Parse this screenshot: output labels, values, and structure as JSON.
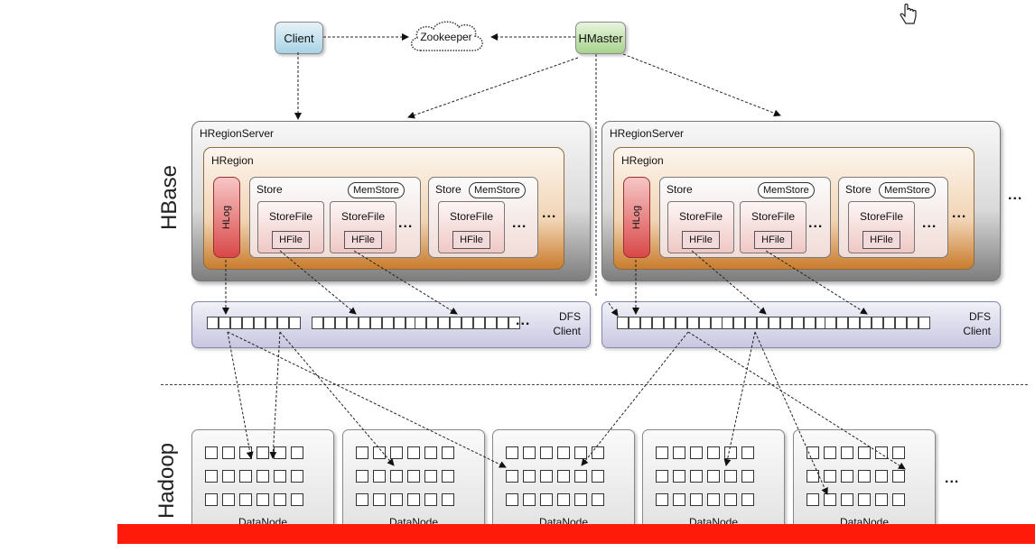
{
  "top": {
    "client": "Client",
    "zookeeper": "Zookeeper",
    "hmaster": "HMaster"
  },
  "layers": {
    "hbase": "HBase",
    "hadoop": "Hadoop"
  },
  "servers": [
    {
      "label": "HRegionServer",
      "region_label": "HRegion",
      "hlog": "HLog",
      "stores": [
        {
          "label": "Store",
          "memstore": "MemStore",
          "storefiles": [
            "StoreFile",
            "StoreFile"
          ],
          "hfile": "HFile",
          "more": "..."
        },
        {
          "label": "Store",
          "memstore": "MemStore",
          "storefiles": [
            "StoreFile"
          ],
          "hfile": "HFile",
          "more": "..."
        }
      ],
      "more": "...",
      "dfs_label_line1": "DFS",
      "dfs_label_line2": "Client",
      "dfs_more": "..."
    },
    {
      "label": "HRegionServer",
      "region_label": "HRegion",
      "hlog": "HLog",
      "stores": [
        {
          "label": "Store",
          "memstore": "MemStore",
          "storefiles": [
            "StoreFile",
            "StoreFile"
          ],
          "hfile": "HFile",
          "more": "..."
        },
        {
          "label": "Store",
          "memstore": "MemStore",
          "storefiles": [
            "StoreFile"
          ],
          "hfile": "HFile",
          "more": "..."
        }
      ],
      "more": "...",
      "dfs_label_line1": "DFS",
      "dfs_label_line2": "Client",
      "dfs_more": "..."
    }
  ],
  "servers_more": "...",
  "datanodes": [
    "DataNode",
    "DataNode",
    "DataNode",
    "DataNode",
    "DataNode"
  ],
  "datanodes_more": "...",
  "colors": {
    "client": "#a8d3e6",
    "hmaster": "#a7d28d",
    "region": "#c97c2c",
    "hlog": "#d94848",
    "dfs": "#c8c7e1",
    "bottom_bar": "#ff1a0a"
  },
  "icons": [
    "cloud-icon",
    "hand-pointer-icon"
  ]
}
